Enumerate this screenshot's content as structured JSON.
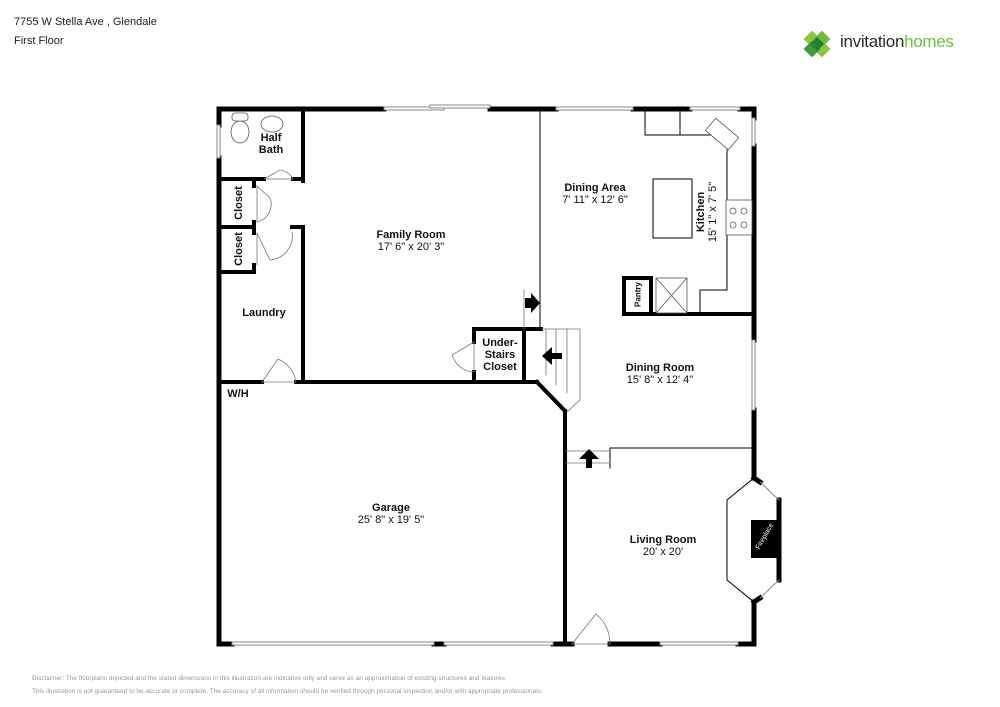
{
  "header": {
    "address": "7755 W Stella Ave , Glendale",
    "floor": "First Floor"
  },
  "brand": {
    "name_part1": "invitation",
    "name_part2": "homes",
    "colors": {
      "dark": "#2b2b2b",
      "green": "#6cbf3e",
      "leaf_dark": "#3f9a3c",
      "leaf_light": "#8cc63f"
    }
  },
  "rooms": {
    "half_bath": {
      "name": "Half Bath",
      "line1": "Half",
      "line2": "Bath"
    },
    "closet1": {
      "name": "Closet"
    },
    "closet2": {
      "name": "Closet"
    },
    "laundry": {
      "name": "Laundry"
    },
    "wh": {
      "name": "W/H"
    },
    "family_room": {
      "name": "Family Room",
      "dims": "17' 6\" x 20' 3\""
    },
    "dining_area": {
      "name": "Dining Area",
      "dims": "7' 11\" x 12' 6\""
    },
    "kitchen": {
      "name": "Kitchen",
      "dims": "15' 1\" x 7' 5\""
    },
    "pantry": {
      "name": "Pantry"
    },
    "under_stairs_closet": {
      "name": "Under-Stairs Closet",
      "line1": "Under-",
      "line2": "Stairs",
      "line3": "Closet"
    },
    "dining_room": {
      "name": "Dining Room",
      "dims": "15' 8\" x 12' 4\""
    },
    "garage": {
      "name": "Garage",
      "dims": "25' 8\" x 19' 5\""
    },
    "living_room": {
      "name": "Living Room",
      "dims": "20' x 20'"
    },
    "fireplace": {
      "name": "Fireplace"
    }
  },
  "disclaimer": {
    "line1": "Disclaimer: The floorplans depicted and the stated dimensions in this illustration are indicative only and serve as an approximation of existing structures and features.",
    "line2": "This illustration is not guaranteed to be accurate or complete. The accuracy of all information should be verified through personal inspection and/or with appropriate professionals."
  }
}
